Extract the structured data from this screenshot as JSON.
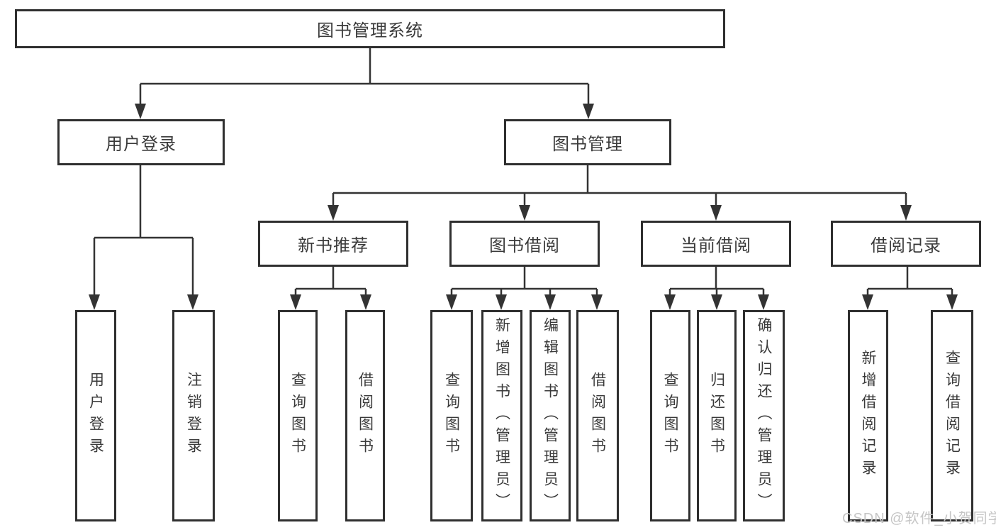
{
  "diagram": {
    "root": {
      "label": "图书管理系统"
    },
    "level2": [
      {
        "label": "用户登录"
      },
      {
        "label": "图书管理"
      }
    ],
    "level3": [
      {
        "label": "新书推荐"
      },
      {
        "label": "图书借阅"
      },
      {
        "label": "当前借阅"
      },
      {
        "label": "借阅记录"
      }
    ],
    "leaves": {
      "user_login": [
        "用户登录",
        "注销登录"
      ],
      "new_book_recommend": [
        "查询图书",
        "借阅图书"
      ],
      "book_borrow": [
        "查询图书",
        "新增图书（管理员）",
        "编辑图书（管理员）",
        "借阅图书"
      ],
      "current_borrow": [
        "查询图书",
        "归还图书",
        "确认归还（管理员）"
      ],
      "borrow_records": [
        "新增借阅记录",
        "查询借阅记录"
      ]
    }
  },
  "watermark": {
    "text": "CSDN @软件_小贺同学"
  },
  "colors": {
    "line": "#333333",
    "border": "#2f2f2f",
    "text": "#3a3a3a",
    "watermark": "#c6c6c6",
    "background": "#ffffff"
  }
}
